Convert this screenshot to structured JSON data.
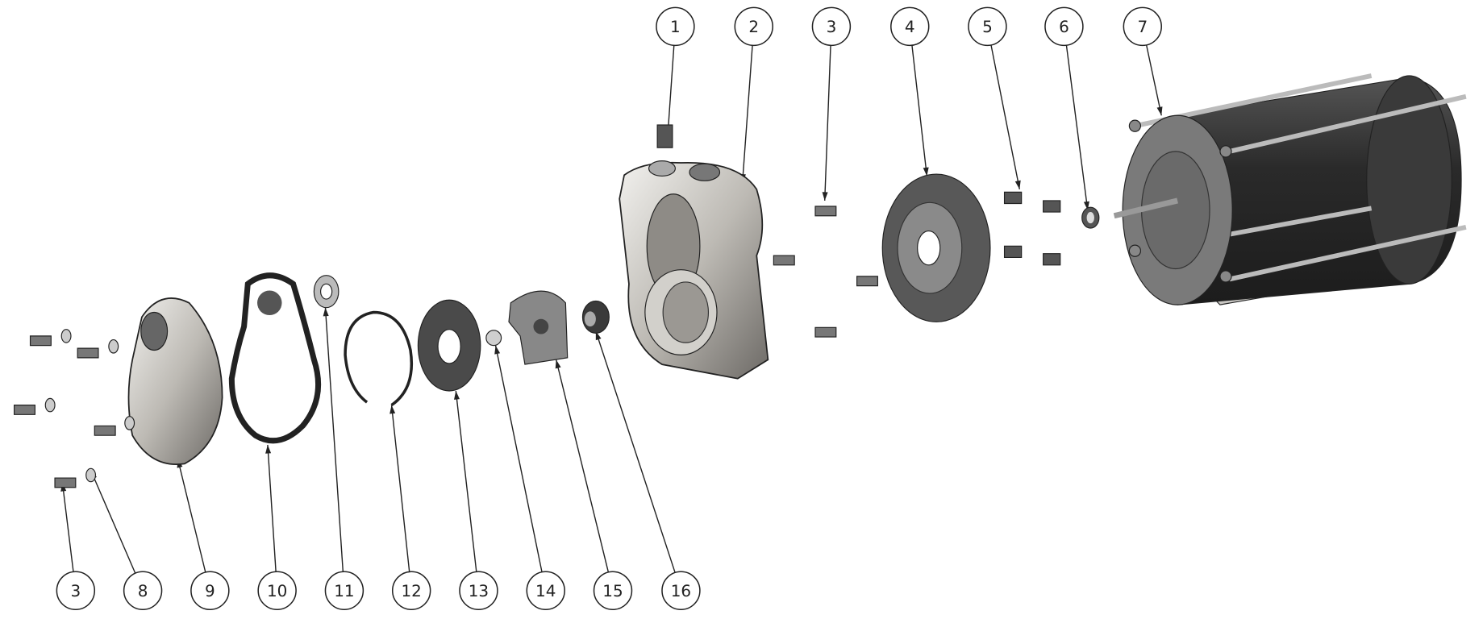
{
  "diagram": {
    "type": "exploded-assembly",
    "colors": {
      "line": "#222222",
      "dark_part": "#2b2b2b",
      "mid_part": "#6e6e6e",
      "light_part": "#d8d6d2"
    },
    "callouts_top": [
      "1",
      "2",
      "3",
      "4",
      "5",
      "6",
      "7"
    ],
    "callouts_bottom": [
      "3",
      "8",
      "9",
      "10",
      "11",
      "12",
      "13",
      "14",
      "15",
      "16"
    ]
  }
}
